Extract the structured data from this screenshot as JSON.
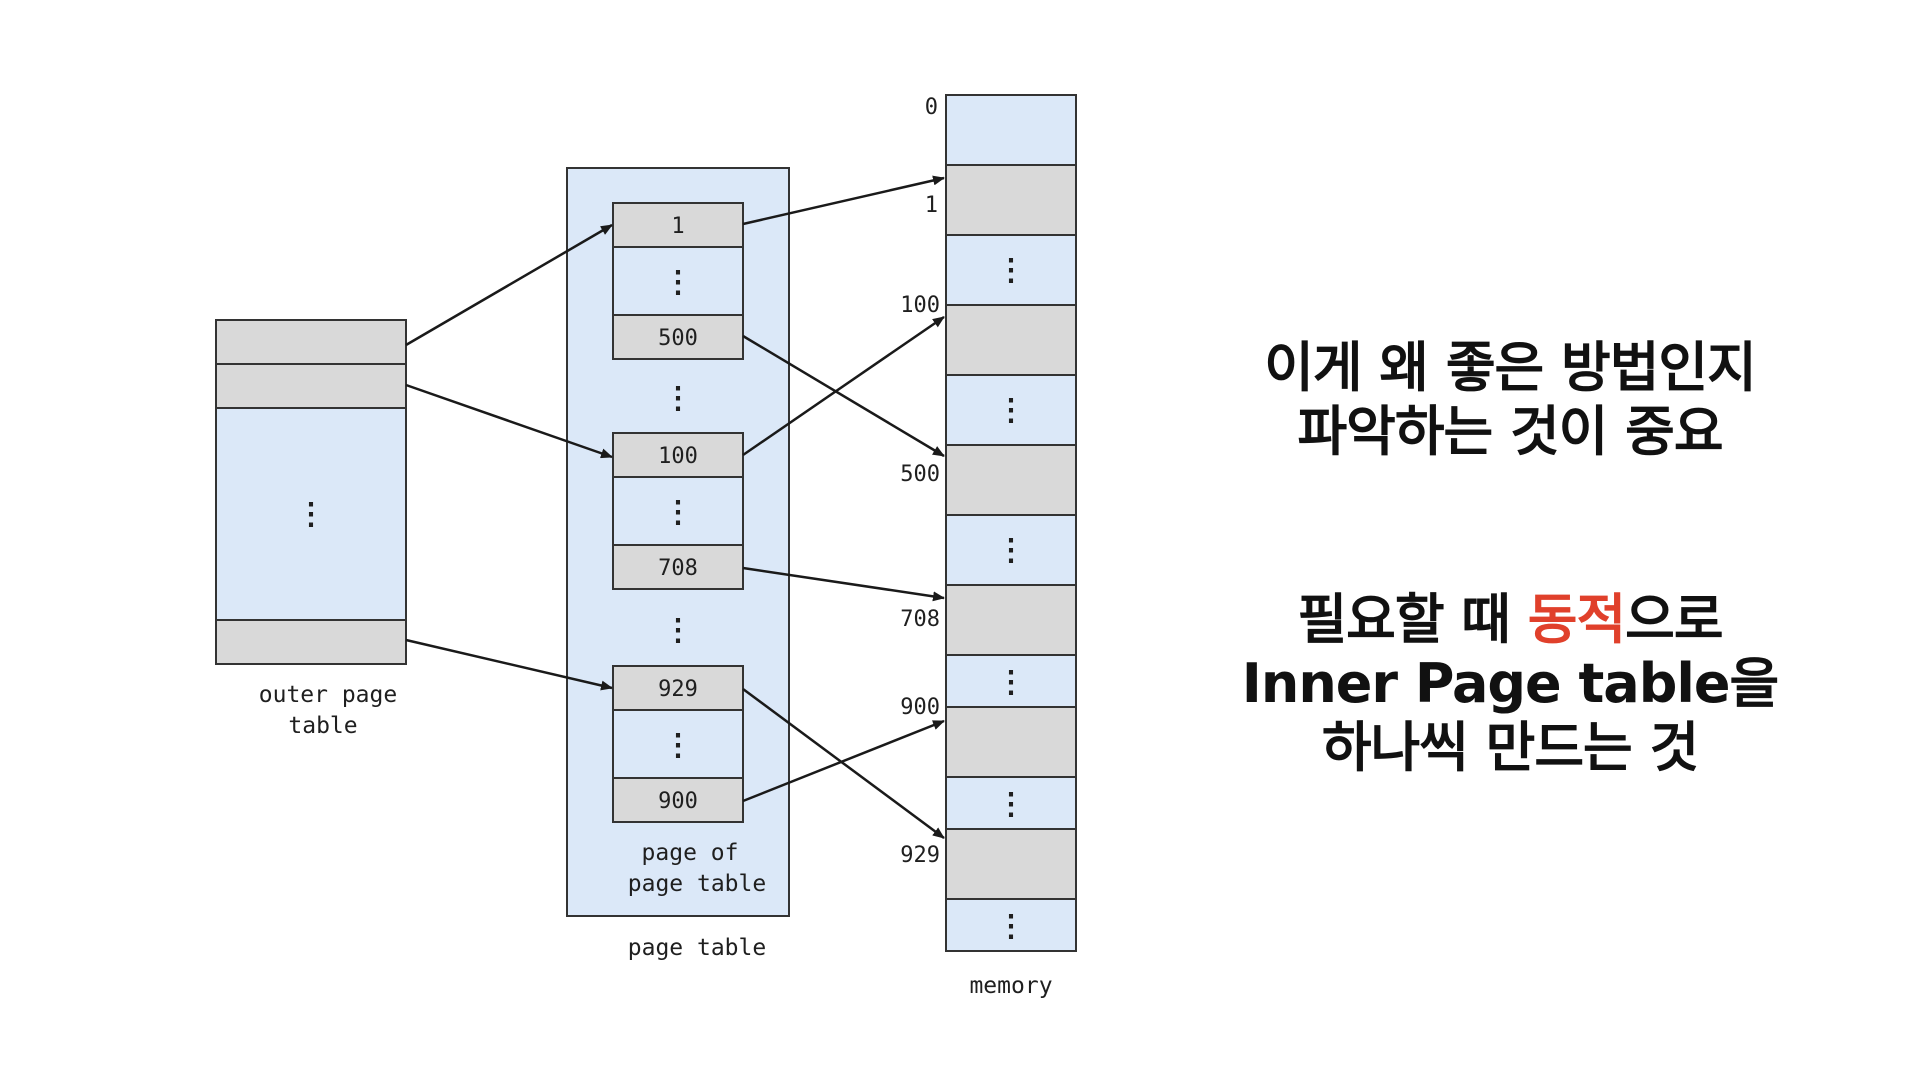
{
  "diagram": {
    "outer_table_label": [
      "outer page",
      "table"
    ],
    "inner_region_label": [
      "page of",
      "page table"
    ],
    "page_table_label": "page table",
    "memory_label": "memory",
    "inner_entries": [
      "1",
      "500",
      "100",
      "708",
      "929",
      "900"
    ],
    "memory_addresses": [
      "0",
      "1",
      "100",
      "500",
      "708",
      "900",
      "929"
    ],
    "ellipsis": "⋮"
  },
  "text": {
    "line1": "이게 왜 좋은 방법인지",
    "line2": "파악하는 것이 중요",
    "line3_before": "필요할 때 ",
    "line3_accent": "동적",
    "line3_after": "으로",
    "line4": "Inner Page table을",
    "line5": "하나씩 만드는 것"
  },
  "colors": {
    "light_blue": "#dbe8f8",
    "gray_cell": "#d9d9d9",
    "stroke": "#333333",
    "accent_red": "#e0402b"
  }
}
